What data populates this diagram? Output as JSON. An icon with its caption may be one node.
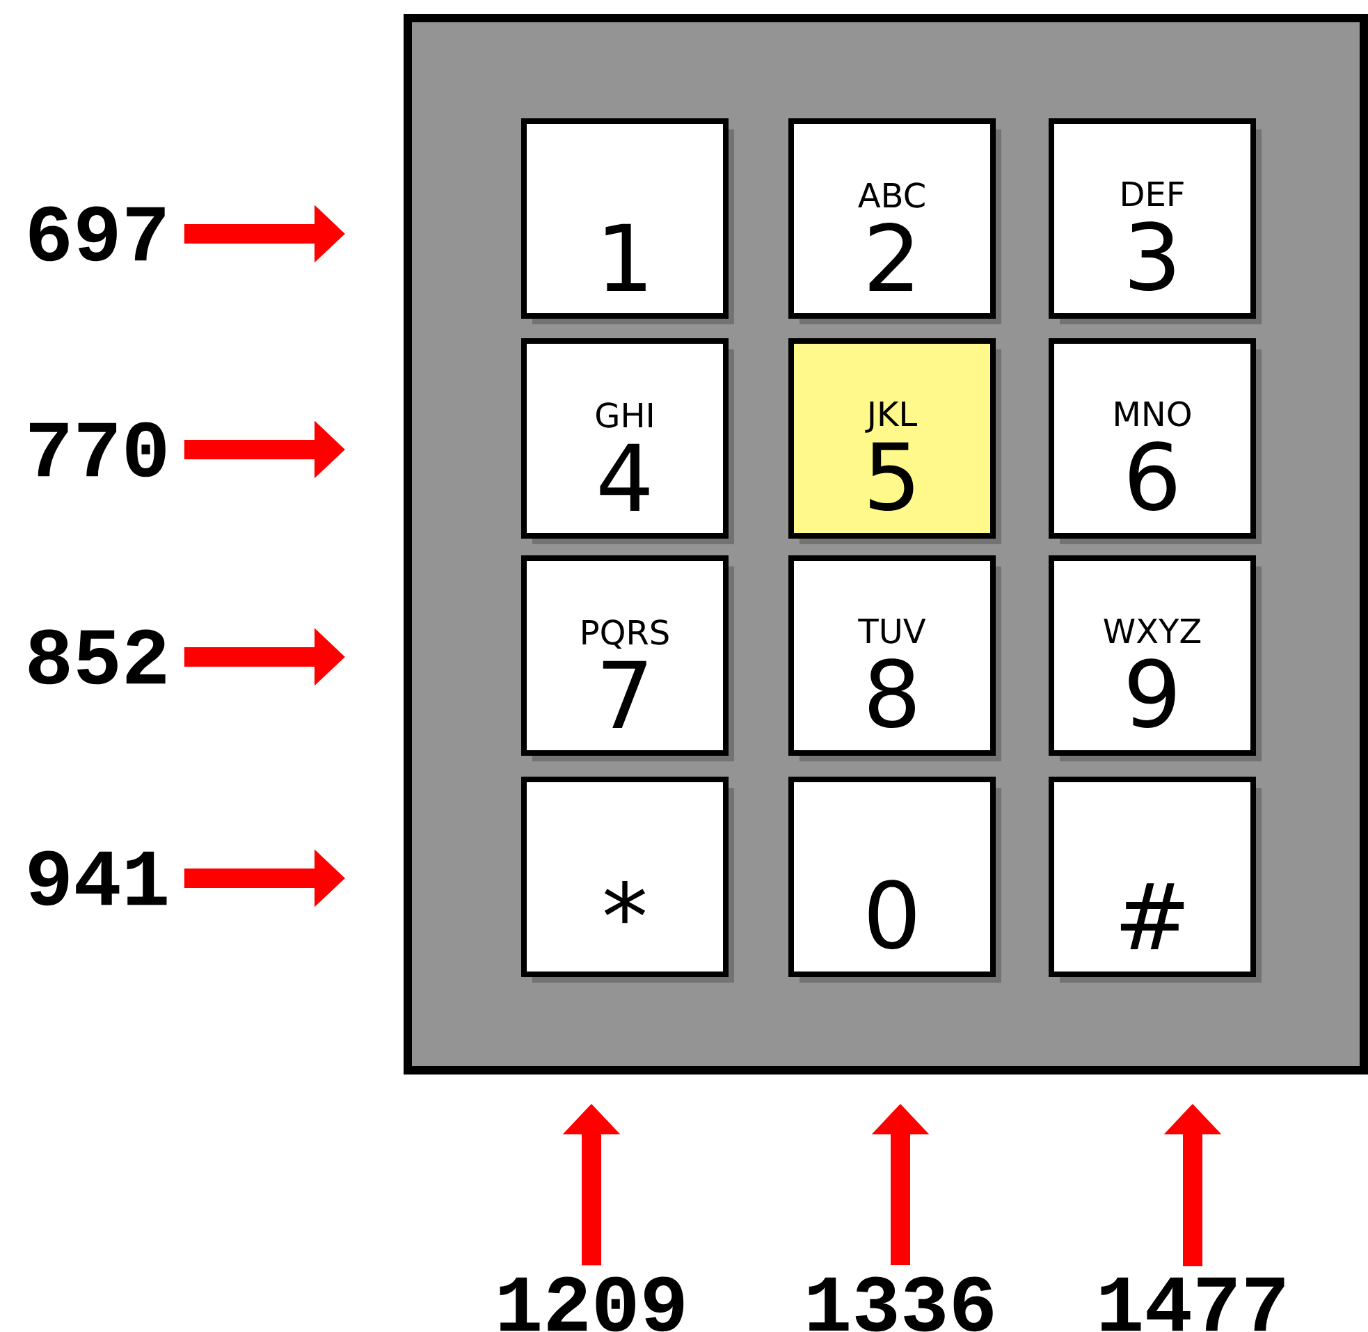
{
  "diagram": {
    "nodes": [
      {
        "text": [],
        "shape": "box"
      },
      {
        "text": [
          "1"
        ],
        "in": 0
      },
      {
        "text": [
          "ABC",
          "2"
        ],
        "in": 0
      },
      {
        "text": [
          "DEF",
          "3"
        ],
        "in": 0
      },
      {
        "text": [
          "GHI",
          "4"
        ],
        "in": 0
      },
      {
        "text": [
          "JKL",
          "5"
        ],
        "in": 0
      },
      {
        "text": [
          "MNO",
          "6"
        ],
        "in": 0
      },
      {
        "text": [
          "PQRS",
          "7"
        ],
        "in": 0
      },
      {
        "text": [
          "TUV",
          "8"
        ],
        "in": 0
      },
      {
        "text": [
          "WXYZ",
          "9"
        ],
        "in": 0
      },
      {
        "text": [
          "*"
        ],
        "in": 0
      },
      {
        "text": [
          "0"
        ],
        "in": 0
      },
      {
        "text": [
          "#"
        ],
        "in": 0
      },
      {
        "text": [
          "697"
        ]
      },
      {
        "text": [
          "770"
        ]
      },
      {
        "text": [
          "852"
        ]
      },
      {
        "text": [
          "941"
        ]
      },
      {
        "text": [
          "1209"
        ]
      },
      {
        "text": [
          "1336"
        ]
      },
      {
        "text": [
          "1477"
        ]
      }
    ],
    "edges": [
      {
        "from": 13,
        "to": 0,
        "arrow": "to",
        "color": "#ff0000"
      },
      {
        "from": 14,
        "to": 0,
        "arrow": "to",
        "color": "#ff0000"
      },
      {
        "from": 15,
        "to": 0,
        "arrow": "to",
        "color": "#ff0000"
      },
      {
        "from": 16,
        "to": 0,
        "arrow": "to",
        "color": "#ff0000"
      },
      {
        "from": 17,
        "to": 0,
        "arrow": "to",
        "color": "#ff0000"
      },
      {
        "from": 18,
        "to": 0,
        "arrow": "to",
        "color": "#ff0000"
      },
      {
        "from": 19,
        "to": 0,
        "arrow": "to",
        "color": "#ff0000"
      }
    ]
  }
}
